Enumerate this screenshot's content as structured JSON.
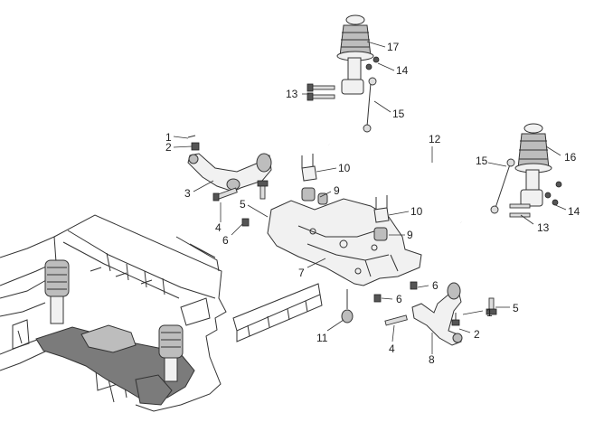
{
  "callouts": {
    "c1a": "1",
    "c2a": "2",
    "c3": "3",
    "c4a": "4",
    "c5a": "5",
    "c6a": "6",
    "c7": "7",
    "c9a": "9",
    "c9b": "9",
    "c10a": "10",
    "c10b": "10",
    "c11": "11",
    "c12": "12",
    "c13a": "13",
    "c13b": "13",
    "c14a": "14",
    "c14b": "14",
    "c15a": "15",
    "c15b": "15",
    "c16": "16",
    "c17": "17",
    "c6b": "6",
    "c6c": "6",
    "c1b": "1",
    "c5b": "5",
    "c2b": "2",
    "c4b": "4",
    "c8": "8"
  },
  "colors": {
    "line": "#333333",
    "part_fill": "#f1f1f1",
    "dark_fill": "#7b7b7b"
  }
}
